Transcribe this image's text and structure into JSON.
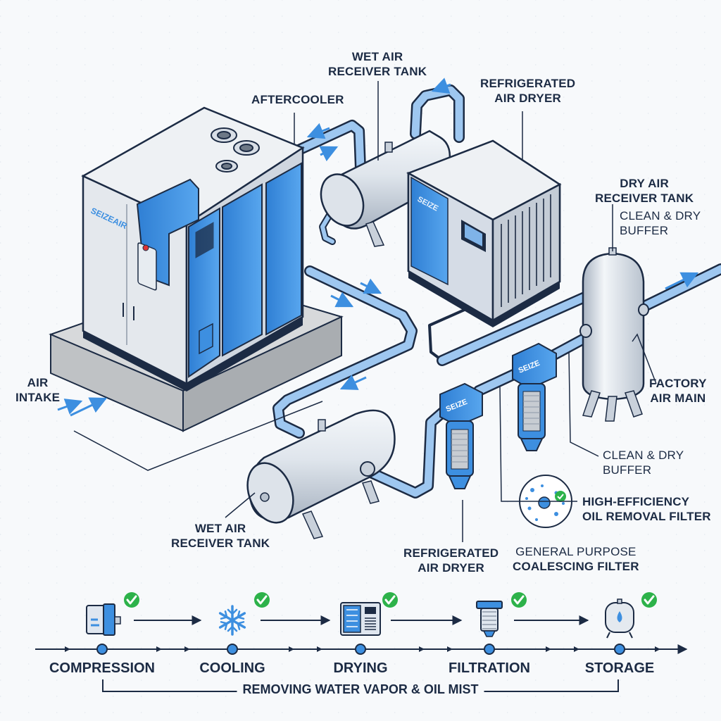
{
  "colors": {
    "primary_blue": "#3d8fe0",
    "dark_navy": "#1c2b44",
    "steel": "#d5dce6",
    "check_green": "#2db24a"
  },
  "brands": {
    "compressor": "SEIZEAIR",
    "dryer": "SEIZE",
    "filter": "SEIZE"
  },
  "labels": {
    "aftercooler": "AFTERCOOLER",
    "wet_tank_top": [
      "WET AIR",
      "RECEIVER TANK"
    ],
    "dryer_top": [
      "REFRIGERATED",
      "AIR DRYER"
    ],
    "dry_tank": [
      "DRY AIR",
      "RECEIVER TANK"
    ],
    "buffer_top": [
      "CLEAN & DRY",
      "BUFFER"
    ],
    "factory_main": [
      "FACTORY",
      "AIR MAIN"
    ],
    "buffer_bottom": [
      "CLEAN & DRY",
      "BUFFER"
    ],
    "oil_filter": [
      "HIGH-EFFICIENCY",
      "OIL REMOVAL FILTER"
    ],
    "coalescing_filter": [
      "GENERAL PURPOSE",
      "COALESCING FILTER"
    ],
    "dryer_bottom": [
      "REFRIGERATED",
      "AIR DRYER"
    ],
    "wet_tank_bottom": [
      "WET AIR",
      "RECEIVER TANK"
    ],
    "air_intake": [
      "AIR",
      "INTAKE"
    ]
  },
  "process": {
    "steps": [
      {
        "label": "COMPRESSION",
        "icon": "compressor-icon",
        "done": true
      },
      {
        "label": "COOLING",
        "icon": "snowflake-icon",
        "done": true
      },
      {
        "label": "DRYING",
        "icon": "dryer-icon",
        "done": true
      },
      {
        "label": "FILTRATION",
        "icon": "filter-icon",
        "done": true
      },
      {
        "label": "STORAGE",
        "icon": "tank-icon",
        "done": true
      }
    ],
    "footer": "REMOVING WATER VAPOR & OIL MIST"
  }
}
